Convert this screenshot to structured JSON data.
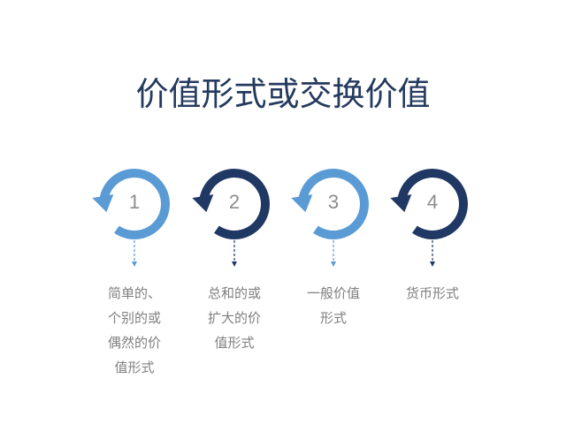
{
  "title": "价值形式或交换价值",
  "colors": {
    "light": "#5b9bd5",
    "dark": "#203864",
    "text": "#7f7f7f",
    "title": "#243a5e"
  },
  "steps": [
    {
      "number": "1",
      "color": "light",
      "lines": [
        "简单的、",
        "个别的或",
        "偶然的价",
        "值形式"
      ]
    },
    {
      "number": "2",
      "color": "dark",
      "lines": [
        "总和的或",
        "扩大的价",
        "值形式"
      ]
    },
    {
      "number": "3",
      "color": "light",
      "lines": [
        "一般价值",
        "形式"
      ]
    },
    {
      "number": "4",
      "color": "dark",
      "lines": [
        "货币形式"
      ]
    }
  ]
}
